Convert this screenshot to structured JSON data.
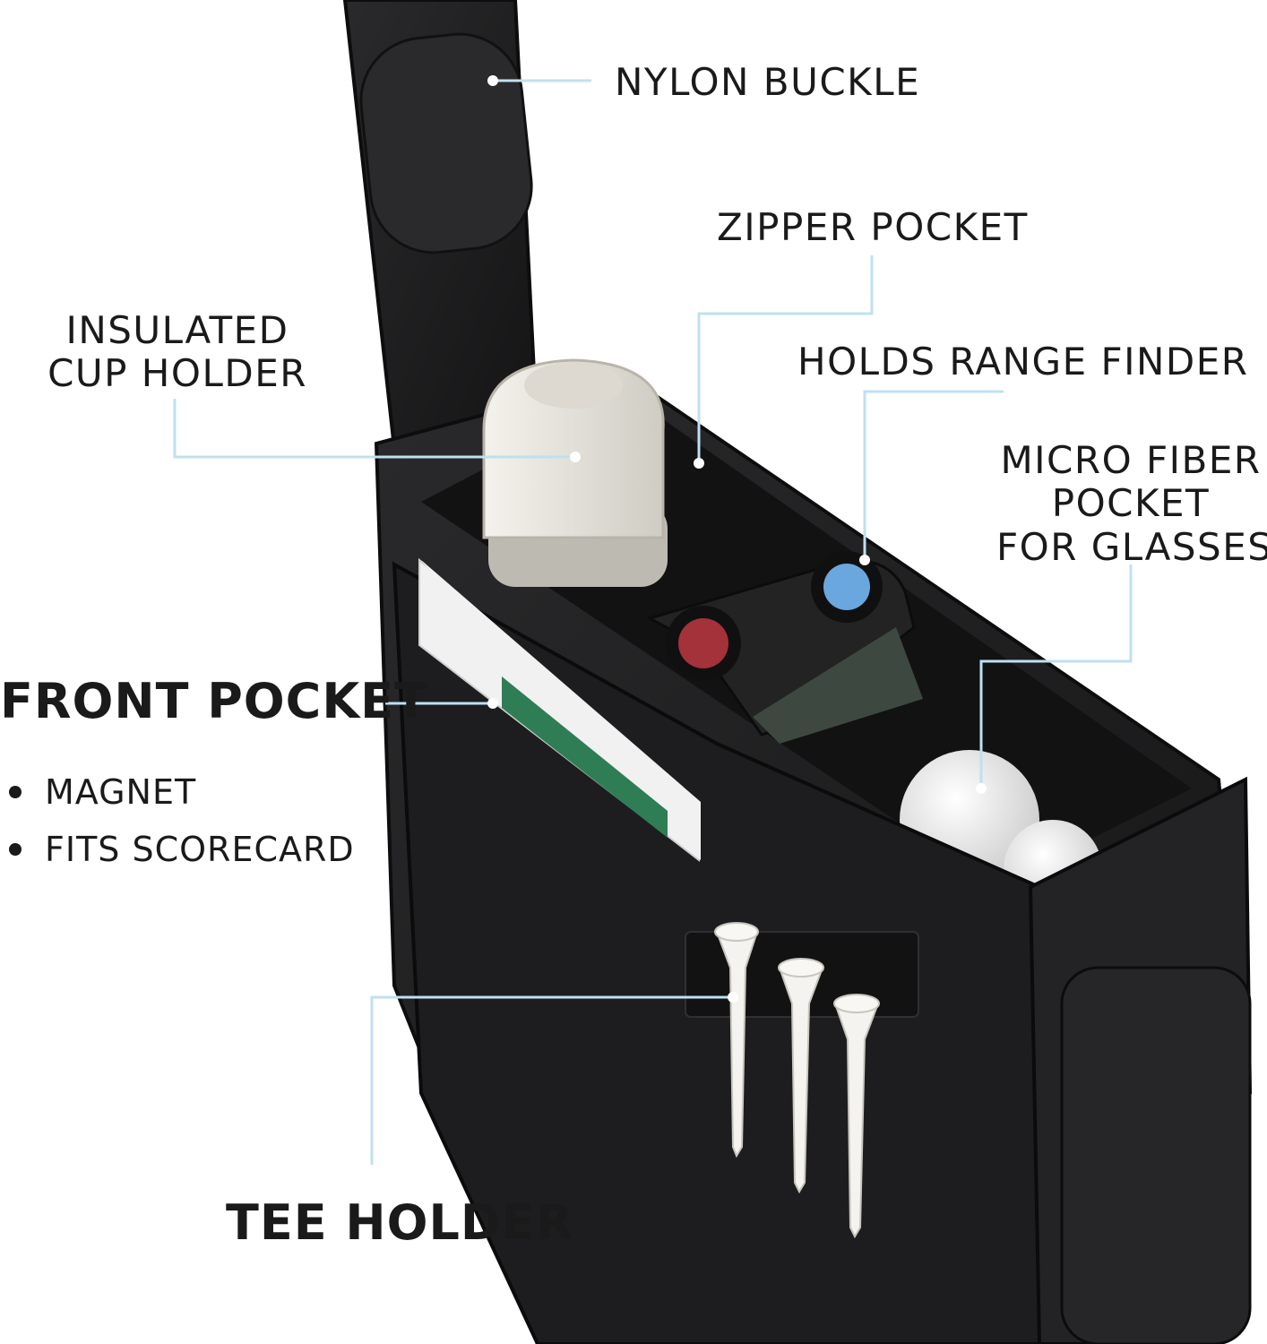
{
  "labels": {
    "nylon_buckle": "NYLON BUCKLE",
    "zipper_pocket": "ZIPPER POCKET",
    "insulated_cup_holder": [
      "INSULATED",
      "CUP HOLDER"
    ],
    "holds_range_finder": "HOLDS RANGE FINDER",
    "micro_fiber_pocket": [
      "MICRO FIBER",
      "POCKET",
      "FOR GLASSES"
    ],
    "front_pocket": "FRONT POCKET",
    "front_pocket_features": [
      "MAGNET",
      "FITS SCORECARD"
    ],
    "tee_holder": "TEE HOLDER"
  },
  "colors": {
    "callout_line": "#bfe0f2",
    "callout_dot": "#ffffff",
    "bag_fabric": "#1f1f21",
    "bag_edge": "#0e0e0f",
    "scorecard_green": "#2f7d55",
    "scorecard_white": "#f1f1f1",
    "bottle": "#e7e4dc",
    "rangefinder": "#2b2c2b",
    "lens_red": "#a3323a",
    "lens_blue": "#6aa7de",
    "tee": "#f4f3ef",
    "golf_ball": "#f2f2f2"
  }
}
